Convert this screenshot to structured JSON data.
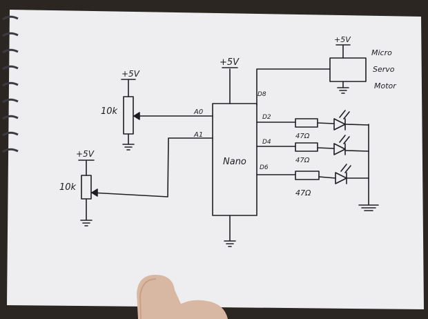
{
  "colors": {
    "ink": "#1d1d22",
    "paper": "#eeeef0",
    "background": "#2b2621",
    "spiral": "#3a3a40",
    "skin": "#d9b8a3"
  },
  "supply": {
    "plus5v_a": "+5V",
    "plus5v_b": "+5V",
    "plus5v_c": "+5V",
    "plus5v_d": "+5V"
  },
  "pots": {
    "upper_value": "10k",
    "lower_value": "10k"
  },
  "nano": {
    "label": "Nano",
    "pin_a0": "A0",
    "pin_a1": "A1",
    "pin_d2": "D2",
    "pin_d4": "D4",
    "pin_d6": "D6",
    "pin_d8": "D8"
  },
  "resistors": {
    "r1": "47Ω",
    "r2": "47Ω",
    "r3": "47Ω"
  },
  "servo": {
    "line1": "Micro",
    "line2": "Servo",
    "line3": "Motor"
  }
}
